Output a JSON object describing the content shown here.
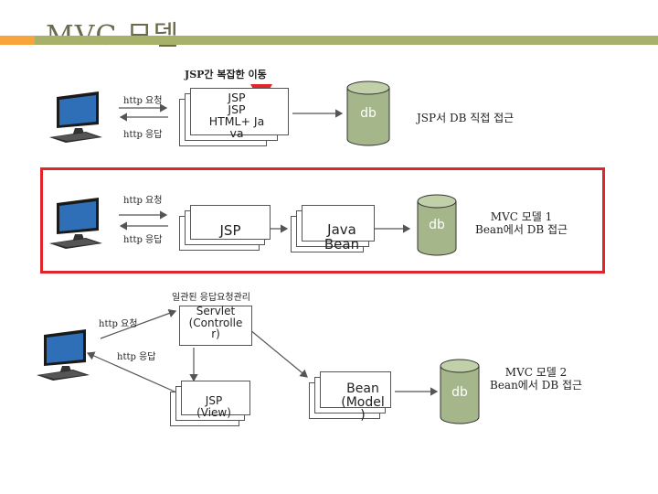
{
  "title": "MVC 모델",
  "colors": {
    "accent": "#a7b169",
    "orange": "#f7a43c",
    "red": "#e0262b",
    "db_fill": "#a4b68a"
  },
  "section1": {
    "caption": "JSP간 복잡한 이동",
    "http_request": "http 요청",
    "http_response": "http 응답",
    "jsp_line1": "JSP",
    "jsp_line2": "JSP",
    "jsp_line3": "HTML+ Ja",
    "jsp_line4": "va",
    "db": "db",
    "note": "JSP서 DB 직접 접근"
  },
  "section2": {
    "http_request": "http 요청",
    "http_response": "http 응답",
    "jsp": "JSP",
    "bean_line1": "Java",
    "bean_line2": "Bean",
    "db": "db",
    "note_line1": "MVC 모델 1",
    "note_line2": "Bean에서 DB 접근"
  },
  "section3": {
    "caption": "일관된 응답요청관리",
    "http_request": "http 요청",
    "http_response": "http 응답",
    "servlet_line1": "Servlet",
    "servlet_line2": "(Controlle",
    "servlet_line3": "r)",
    "jsp_line1": "JSP",
    "jsp_line2": "(View)",
    "bean_line1": "Bean",
    "bean_line2": "(Model",
    "bean_line3": ")",
    "db": "db",
    "note_line1": "MVC 모델 2",
    "note_line2": "Bean에서 DB 접근"
  }
}
